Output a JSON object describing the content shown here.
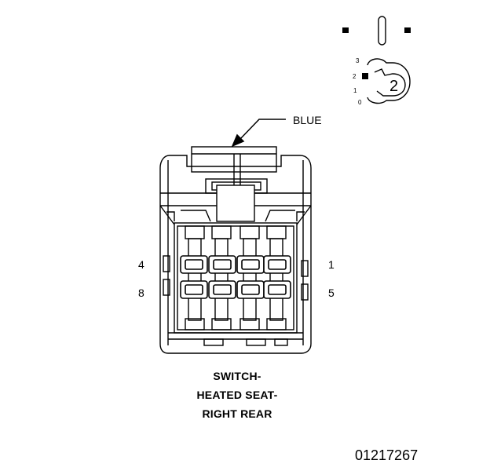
{
  "color_callout": "BLUE",
  "pin_labels": {
    "top_left": "4",
    "bottom_left": "8",
    "top_right": "1",
    "bottom_right": "5"
  },
  "title_lines": [
    "SWITCH-",
    "HEATED SEAT-",
    "RIGHT REAR"
  ],
  "figure_number": "01217267",
  "orientation_icon": {
    "ring_numbers": [
      "3",
      "2",
      "1",
      "0"
    ],
    "key_number": "2"
  }
}
